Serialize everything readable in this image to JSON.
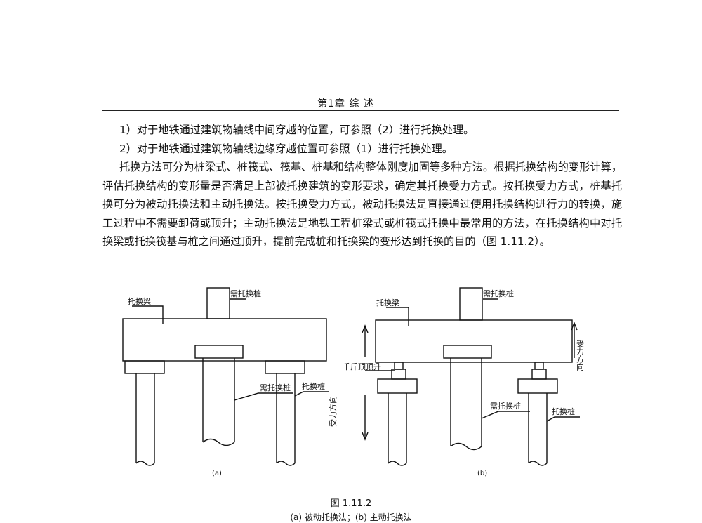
{
  "header": {
    "title": "第1章  综    述"
  },
  "paragraphs": {
    "p1": "1）对于地铁通过建筑物轴线中间穿越的位置，可参照（2）进行托换处理。",
    "p2": "2）对于地铁通过建筑物轴线边缘穿越位置可参照（1）进行托换处理。",
    "p3": "托换方法可分为桩梁式、桩筏式、筏基、桩基和结构整体刚度加固等多种方法。根据托换结构的变形计算，评估托换结构的变形量是否满足上部被托换建筑的变形要求，确定其托换受力方式。按托换受力方式，桩基托换可分为被动托换法和主动托换法。按托换受力方式，被动托换法是直接通过使用托换结构进行力的转换，施工过程中不需要卸荷或顶升；主动托换法是地铁工程桩梁式或桩筏式托换中最常用的方法，在托换结构中对托换梁或托换筏基与桩之间通过顶升，提前完成桩和托换梁的变形达到托换的目的（图 1.11.2）。"
  },
  "figure": {
    "a": {
      "beam_label": "托换梁",
      "top_pile_label": "需托换桩",
      "pile_label_needs": "需托换桩",
      "pile_label_support": "托换桩",
      "sub_label": "(a)"
    },
    "b": {
      "beam_label": "托换梁",
      "top_pile_label": "需托换桩",
      "force_dir_right": "受力方向",
      "force_dir_left": "受力方向",
      "jack_label": "千斤顶顶升",
      "pile_label_needs": "需托换桩",
      "pile_label_support": "托换桩",
      "sub_label": "(b)"
    },
    "caption_title": "图 1.11.2",
    "caption_sub": "(a) 被动托换法；(b) 主动托换法"
  }
}
